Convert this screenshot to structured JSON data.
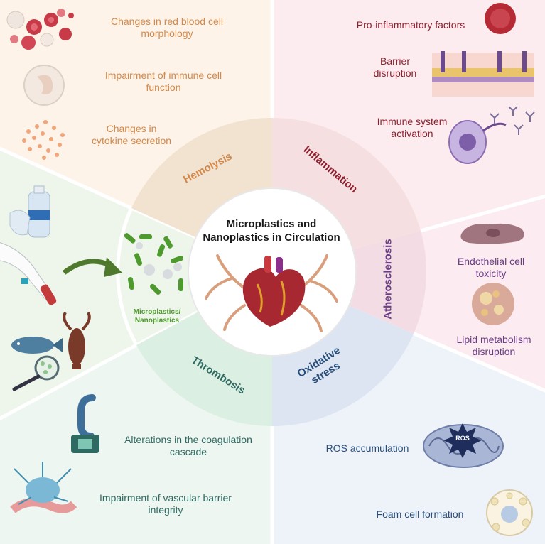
{
  "center": {
    "title_line1": "Microplastics and",
    "title_line2": "Nanoplastics in Circulation"
  },
  "sectors": {
    "hemolysis": "Hemolysis",
    "inflammation": "Inflammation",
    "atherosclerosis": "Atherosclerosis",
    "oxidative_line1": "Oxidative",
    "oxidative_line2": "stress",
    "thrombosis": "Thrombosis"
  },
  "hemolysis": {
    "item1_line1": "Changes in red blood cell",
    "item1_line2": "morphology",
    "item2_line1": "Impairment of immune cell",
    "item2_line2": "function",
    "item3_line1": "Changes in",
    "item3_line2": "cytokine secretion"
  },
  "inflammation": {
    "item1": "Pro-inflammatory factors",
    "item2_line1": "Barrier",
    "item2_line2": "disruption",
    "item3_line1": "Immune system",
    "item3_line2": "activation"
  },
  "atherosclerosis": {
    "item1_line1": "Endothelial cell",
    "item1_line2": "toxicity",
    "item2_line1": "Lipid metabolism",
    "item2_line2": "disruption"
  },
  "oxidative": {
    "item1": "ROS accumulation",
    "item2": "Foam cell formation",
    "ros_label": "ROS"
  },
  "thrombosis": {
    "item1_line1": "Alterations in the coagulation",
    "item1_line2": "cascade",
    "item2_line1": "Impairment of vascular barrier",
    "item2_line2": "integrity"
  },
  "exposure": {
    "mp_line1": "Microplastics/",
    "mp_line2": "Nanoplastics"
  },
  "colors": {
    "hemolysis": "#d4894a",
    "inflammation": "#8e1f2e",
    "atherosclerosis": "#6a3d86",
    "oxidative": "#264d7a",
    "thrombosis": "#2f6a62",
    "microplastic_green": "#4e9a2e"
  },
  "icons": [
    "red-blood-cell-icon",
    "immune-cell-icon",
    "cytokine-dots-icon",
    "pro-inflammatory-cell-icon",
    "barrier-tissue-icon",
    "macrophage-antibody-icon",
    "endothelial-cell-icon",
    "lipid-cell-icon",
    "mitochondrion-ros-icon",
    "foam-cell-icon",
    "coagulation-tube-icon",
    "vascular-network-icon",
    "plastic-bottle-icon",
    "arm-blood-draw-icon",
    "fish-icon",
    "lobster-icon",
    "magnifier-icon",
    "microplastic-particles-icon",
    "heart-icon",
    "arrow-icon"
  ]
}
